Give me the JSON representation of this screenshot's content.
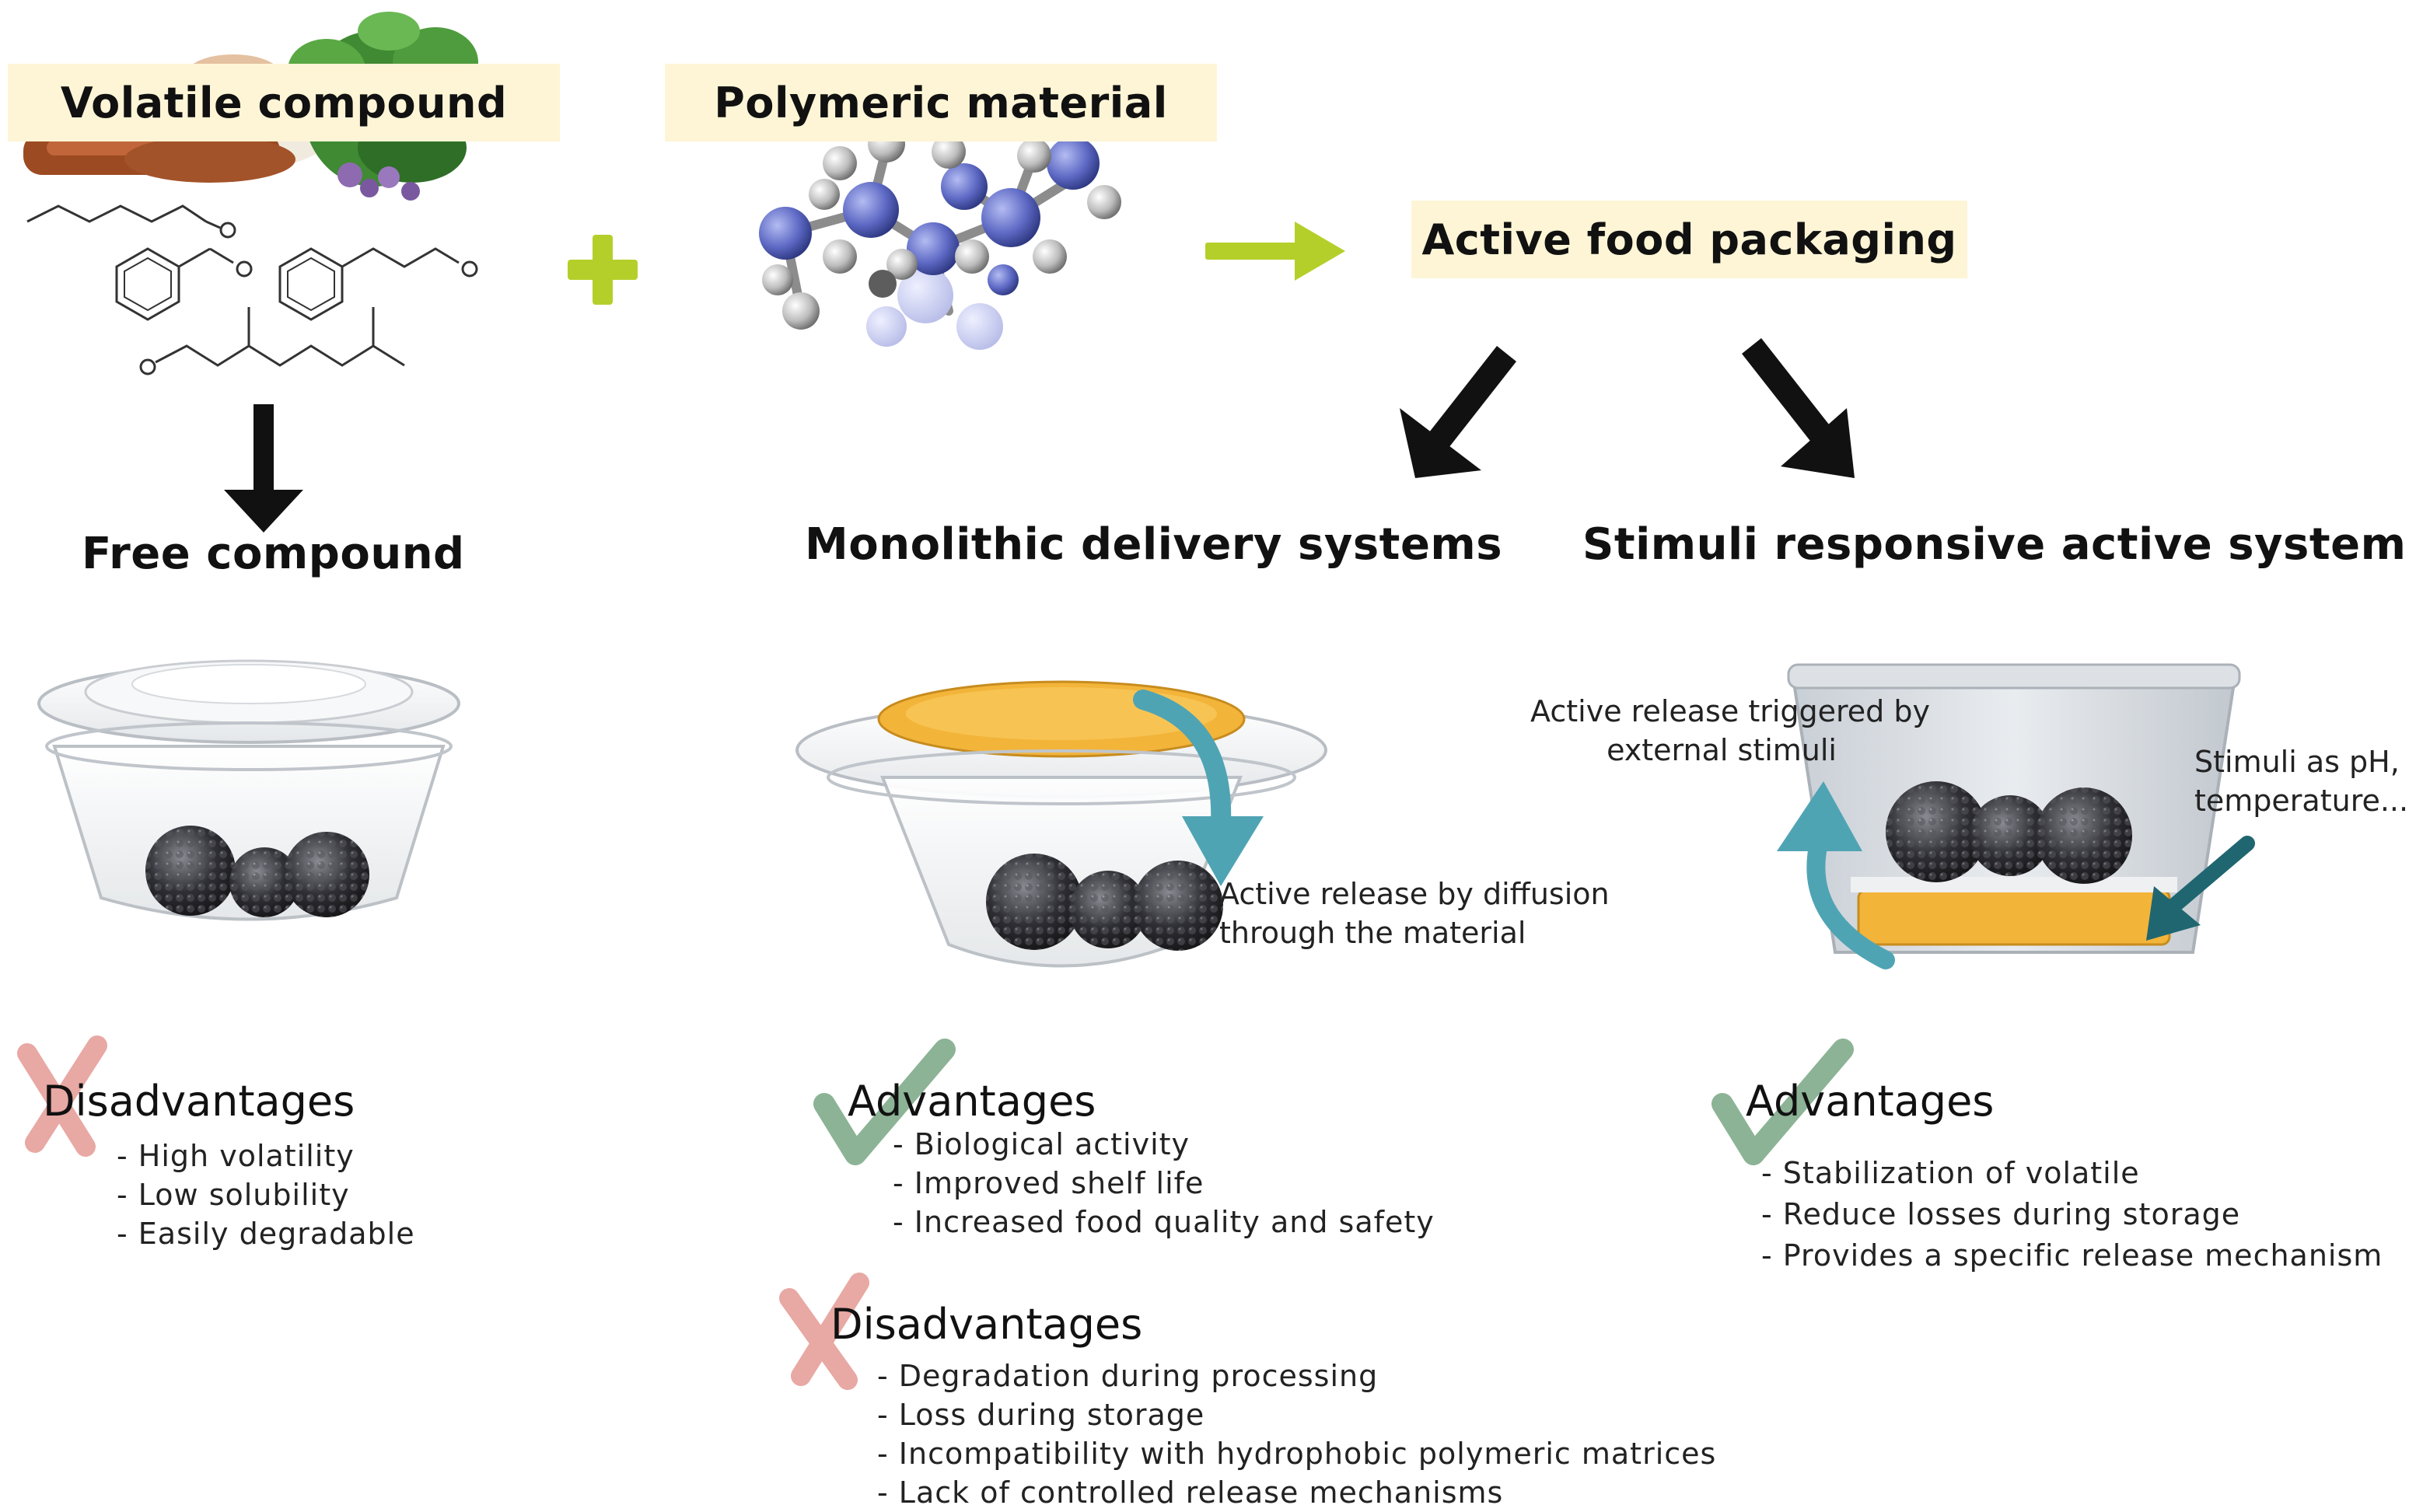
{
  "top": {
    "volatile_label": "Volatile compound",
    "polymeric_label": "Polymeric material",
    "plus_symbol": "+",
    "active_label": "Active food packaging"
  },
  "free": {
    "title": "Free compound",
    "disadvantages_title": "Disadvantages",
    "disadvantages": [
      "High volatility",
      "Low solubility",
      "Easily degradable"
    ]
  },
  "monolithic": {
    "title": "Monolithic delivery systems",
    "release_note": [
      "Active release by diffusion",
      "through the material"
    ],
    "advantages_title": "Advantages",
    "advantages": [
      "Biological activity",
      "Improved shelf life",
      "Increased food quality and safety"
    ],
    "disadvantages_title": "Disadvantages",
    "disadvantages": [
      "Degradation during processing",
      "Loss during storage",
      "Incompatibility with hydrophobic polymeric matrices",
      "Lack of controlled release mechanisms"
    ]
  },
  "stimuli": {
    "title": "Stimuli responsive active system",
    "release_note": [
      "Active release triggered by",
      "external stimuli"
    ],
    "stimuli_note": [
      "Stimuli as pH,",
      "temperature..."
    ],
    "advantages_title": "Advantages",
    "advantages": [
      "Stabilization of  volatile",
      "Reduce losses during storage",
      "Provides a specific release mechanism"
    ]
  },
  "colors": {
    "label_bg": "#fdf5d6",
    "accent_green": "#b5cf2a",
    "check_green": "#6fa07a",
    "cross_red": "#e49a94",
    "arrow_teal": "#4fa4b4",
    "arrow_dark_teal": "#1f6671",
    "atom_blue": "#6470c8",
    "berry": "#2a2a2e",
    "fill_orange": "#f3b43a"
  }
}
